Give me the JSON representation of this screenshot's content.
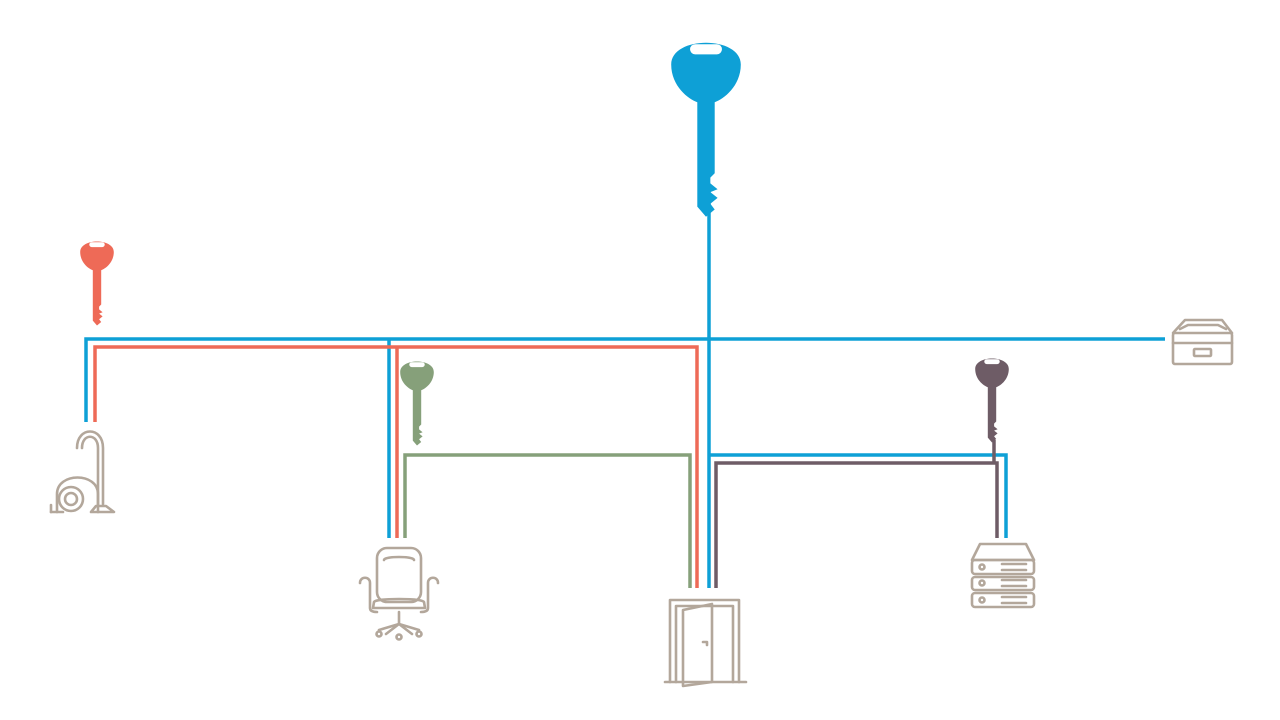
{
  "colors": {
    "master": "#0ea0d6",
    "cleaning": "#ee6a57",
    "office": "#86a07a",
    "server": "#6e5c66",
    "objects": "#b3a79b",
    "background": "#ffffff"
  },
  "keys": [
    {
      "id": "master-key",
      "color": "master",
      "icon": "key-icon"
    },
    {
      "id": "cleaning-key",
      "color": "cleaning",
      "icon": "key-icon"
    },
    {
      "id": "office-key",
      "color": "office",
      "icon": "key-icon"
    },
    {
      "id": "server-key",
      "color": "server",
      "icon": "key-icon"
    }
  ],
  "objects": [
    {
      "id": "vacuum",
      "icon": "vacuum-cleaner-icon"
    },
    {
      "id": "office-chair",
      "icon": "office-chair-icon"
    },
    {
      "id": "door",
      "icon": "door-icon"
    },
    {
      "id": "server",
      "icon": "server-rack-icon"
    },
    {
      "id": "storage-tray",
      "icon": "storage-tray-icon"
    }
  ],
  "access": [
    {
      "key": "master-key",
      "opens": [
        "vacuum",
        "office-chair",
        "door",
        "server",
        "storage-tray"
      ]
    },
    {
      "key": "cleaning-key",
      "opens": [
        "vacuum",
        "office-chair",
        "door"
      ]
    },
    {
      "key": "office-key",
      "opens": [
        "door"
      ]
    },
    {
      "key": "server-key",
      "opens": [
        "door",
        "server"
      ]
    }
  ]
}
